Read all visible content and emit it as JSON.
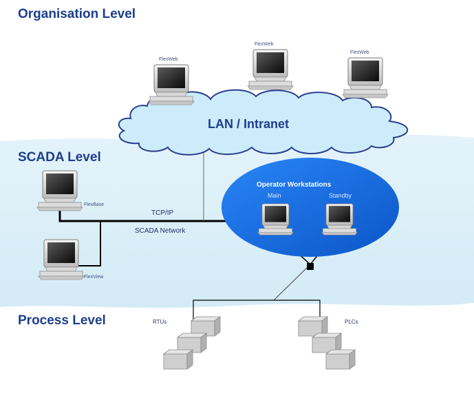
{
  "levels": {
    "organisation": "Organisation Level",
    "scada": "SCADA Level",
    "process": "Process Level"
  },
  "organisation_workstations": [
    "FlexWeb",
    "FlexWeb",
    "FlexWeb"
  ],
  "lan_label": "LAN / Intranet",
  "scada_workstations": {
    "flexbase": "FlexBase",
    "flexview": "FlexView"
  },
  "network": {
    "protocol": "TCP/IP",
    "name": "SCADA Network"
  },
  "operator_workstations": {
    "title": "Operator Workstations",
    "main": "Main",
    "standby": "Standby"
  },
  "devices": {
    "rtus": "RTUs",
    "plcs": "PLCs"
  },
  "colors": {
    "level_title": "#1c3f8c",
    "band": "#d6ecf6",
    "cloud_fill": "#ccecfb",
    "cloud_stroke": "#2a3d8f",
    "ellipse": "#1367de",
    "network_line": "#000000"
  }
}
